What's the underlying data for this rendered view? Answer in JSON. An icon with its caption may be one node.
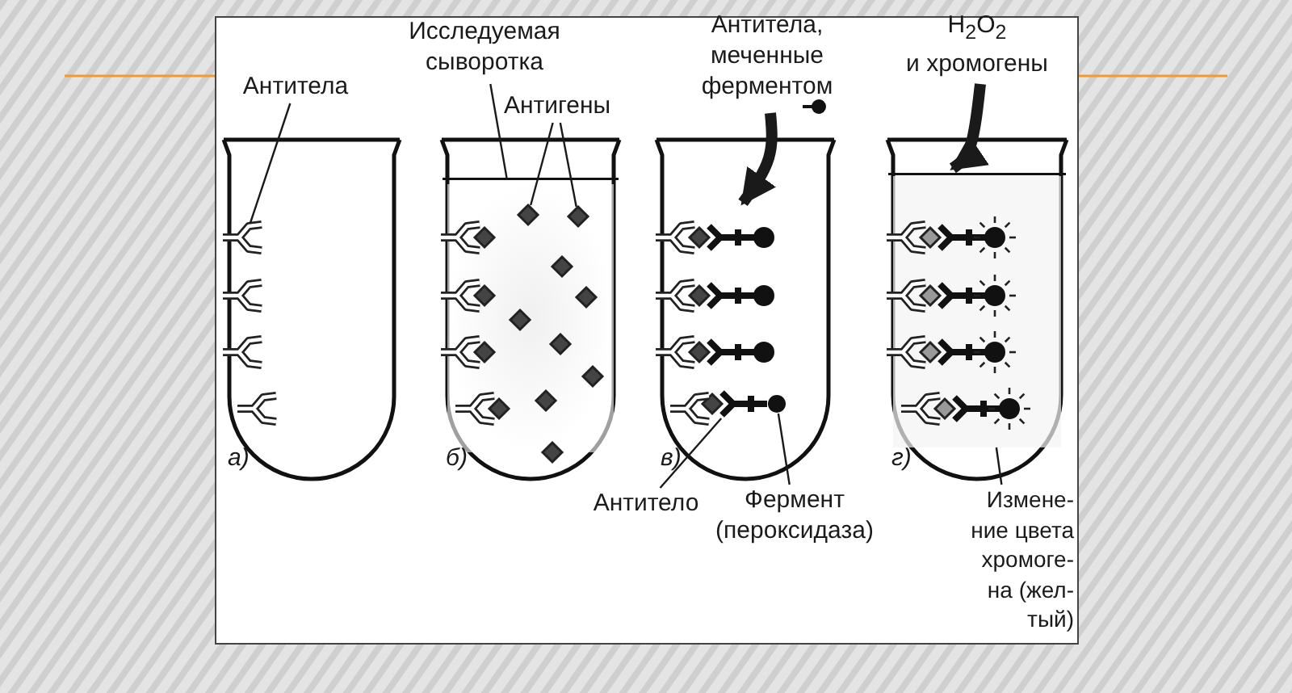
{
  "diagram": {
    "nodes": [
      {
        "text": [
          "Антитела"
        ]
      },
      {
        "text": [
          "а)"
        ]
      },
      {
        "text": [],
        "shape": "picture",
        "in": 1
      },
      {
        "text": [
          "Исследуемая сыворотка"
        ]
      },
      {
        "text": [
          "Антигены"
        ]
      },
      {
        "text": [
          "б)"
        ]
      },
      {
        "text": [],
        "shape": "picture",
        "in": 5
      },
      {
        "text": [],
        "shape": "diamond",
        "in": 6
      },
      {
        "text": [],
        "shape": "diamond",
        "in": 6
      },
      {
        "text": [
          "Антитела, меченные ферментом"
        ]
      },
      {
        "text": [
          "в)"
        ]
      },
      {
        "text": [],
        "shape": "picture",
        "in": 10
      },
      {
        "text": [],
        "shape": "circle",
        "in": 10
      },
      {
        "text": [
          "Антитело"
        ]
      },
      {
        "text": [
          "Фермент (пероксидаза)"
        ]
      },
      {
        "text": [
          "H$_{2}$O$_{2}$",
          "и хромогены"
        ]
      },
      {
        "text": [
          "г)"
        ]
      },
      {
        "text": [],
        "shape": "picture",
        "in": 16
      },
      {
        "text": [
          "Измене- ние цвета хромоге- на (жел- тый)"
        ]
      }
    ],
    "edges": [
      {
        "from": 0,
        "to": 2,
        "arrow": "none"
      },
      {
        "from": 3,
        "to": 6,
        "arrow": "none"
      },
      {
        "from": 4,
        "to": 7,
        "arrow": "none"
      },
      {
        "from": 4,
        "to": 8,
        "arrow": "none"
      },
      {
        "from": 9,
        "to": 10,
        "arrow": "to",
        "style": "thick"
      },
      {
        "from": 13,
        "to": 11,
        "arrow": "none"
      },
      {
        "from": 14,
        "to": 12,
        "arrow": "none"
      },
      {
        "from": 15,
        "to": 16,
        "arrow": "to",
        "style": "thick"
      },
      {
        "from": 18,
        "to": 17,
        "arrow": "none"
      }
    ]
  }
}
